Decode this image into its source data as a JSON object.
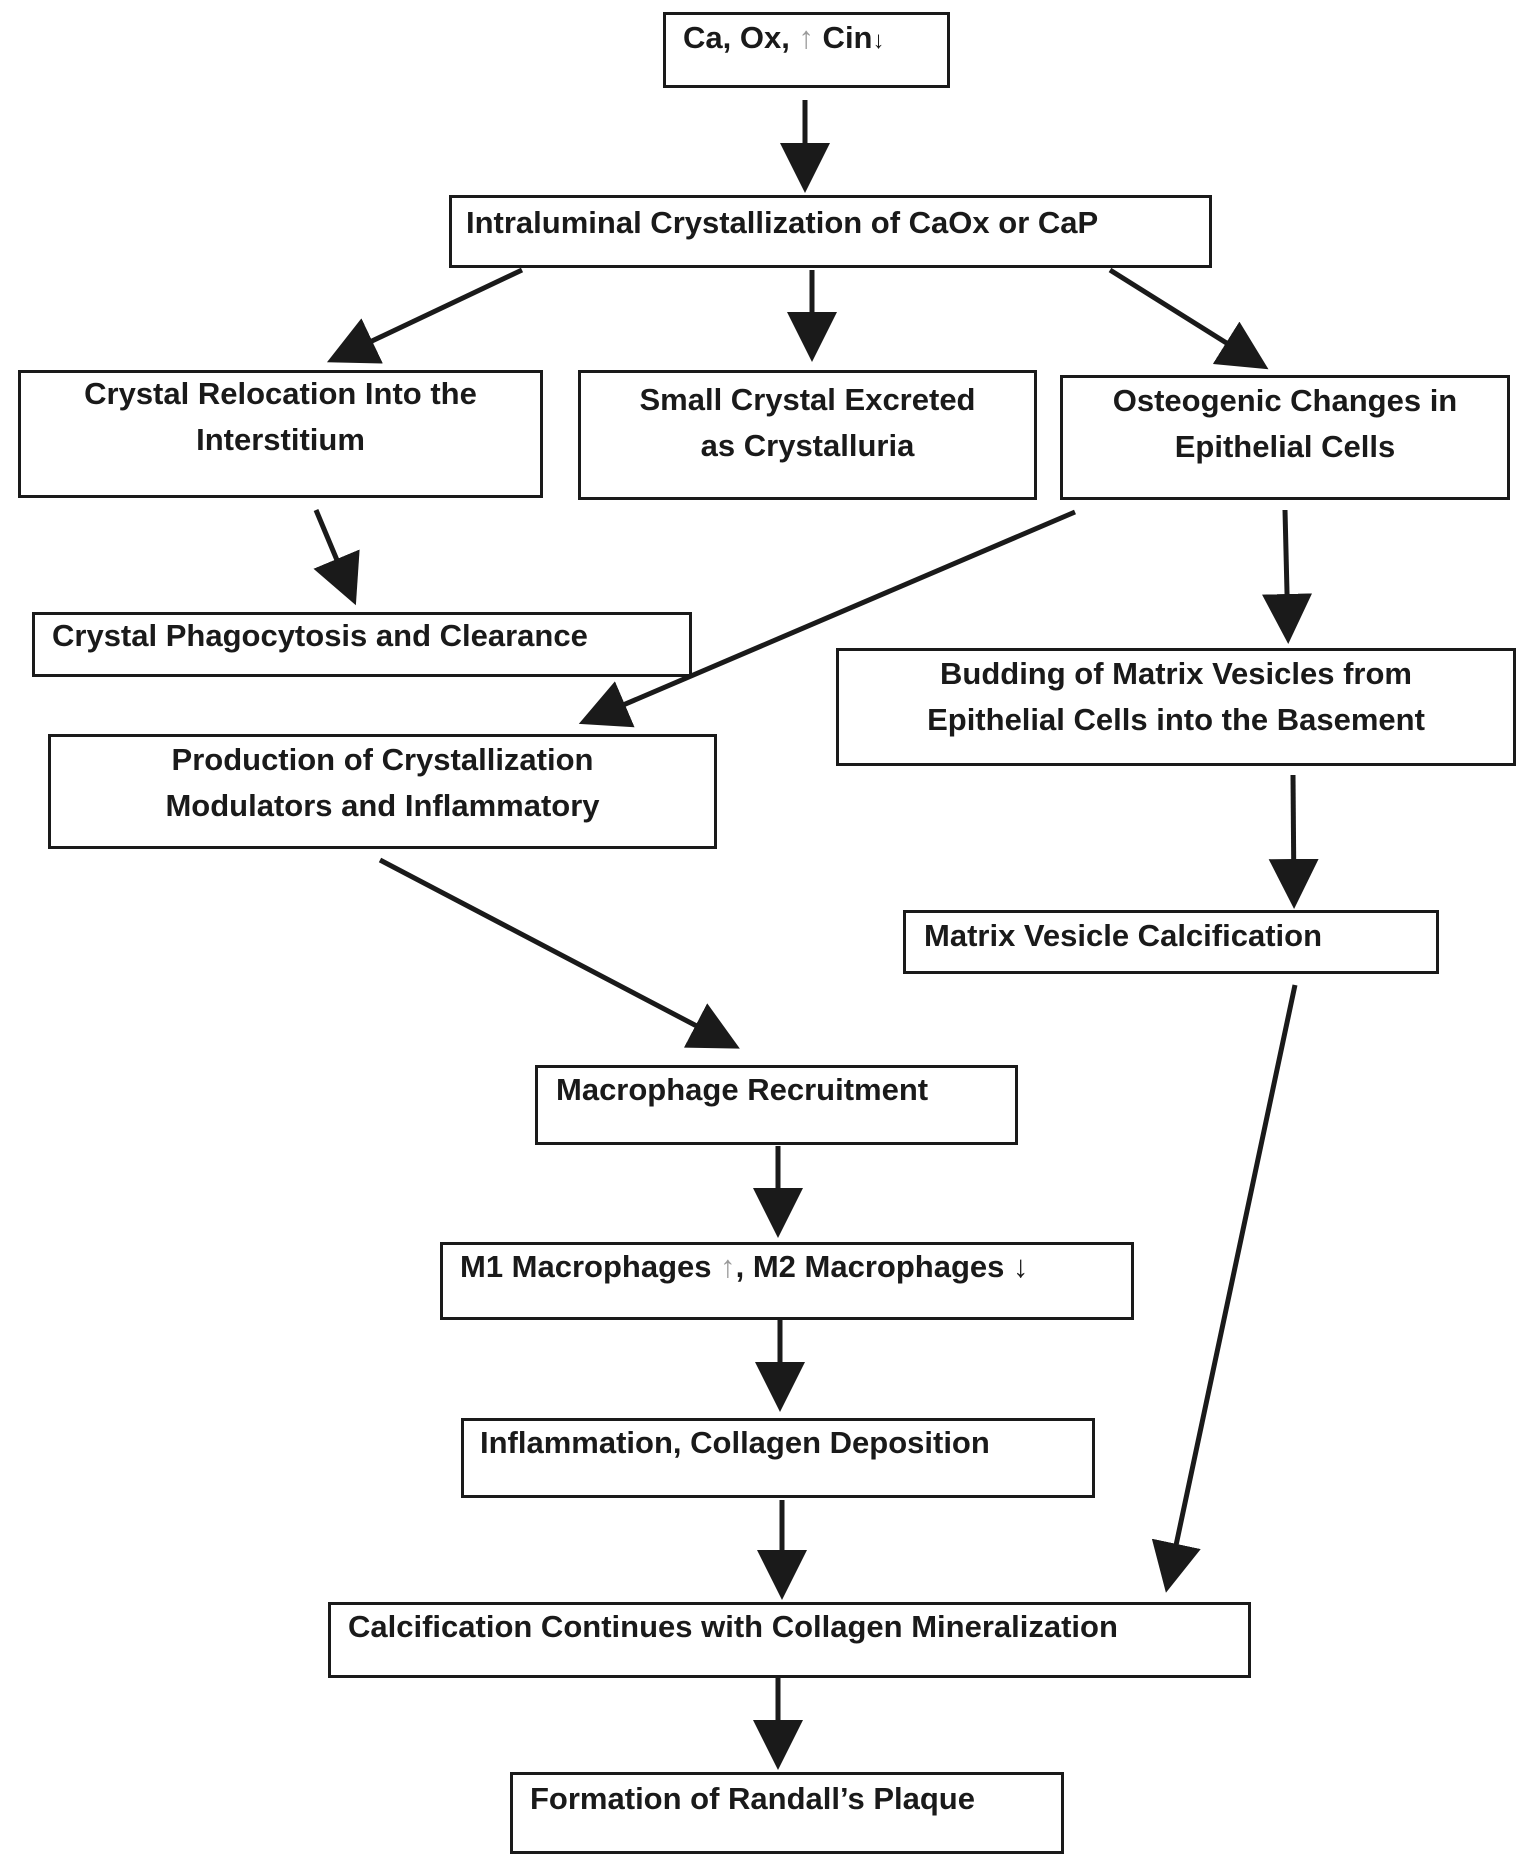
{
  "nodes": {
    "inputs": {
      "label_parts": [
        "Ca, Ox, ",
        "↑",
        " Cin",
        "↓"
      ]
    },
    "intraluminal": {
      "label": "Intraluminal  Crystallization  of CaOx or CaP"
    },
    "relocation": {
      "line1": "Crystal Relocation Into the",
      "line2": "Interstitium"
    },
    "crystalluria": {
      "line1": "Small  Crystal  Excreted",
      "line2": "as Crystalluria"
    },
    "osteogenic": {
      "line1": "Osteogenic  Changes  in",
      "line2": "Epithelial  Cells"
    },
    "phagocytosis": {
      "label": "Crystal Phagocytosis  and Clearance"
    },
    "budding": {
      "line1": "Budding of Matrix Vesicles  from",
      "line2": "Epithelial  Cells into the Basement"
    },
    "modulators": {
      "line1": "Production of Crystallization",
      "line2": "Modulators and Inflammatory"
    },
    "vesicle_calc": {
      "label": "Matrix Vesicle  Calcification"
    },
    "macrophage_recruit": {
      "label": "Macrophage Recruitment"
    },
    "m1m2": {
      "part1": "M1 Macrophages ",
      "up": "↑",
      "part2": ", M2 Macrophages ",
      "down": "↓"
    },
    "inflammation": {
      "label": "Inflammation, Collagen  Deposition"
    },
    "calcification": {
      "label": "Calcification  Continues with Collagen Mineralization"
    },
    "randall": {
      "label": "Formation of Randall’s  Plaque"
    }
  },
  "colors": {
    "stroke": "#1a1a1a",
    "up_arrow": "#9a9a9a",
    "background": "#ffffff"
  }
}
